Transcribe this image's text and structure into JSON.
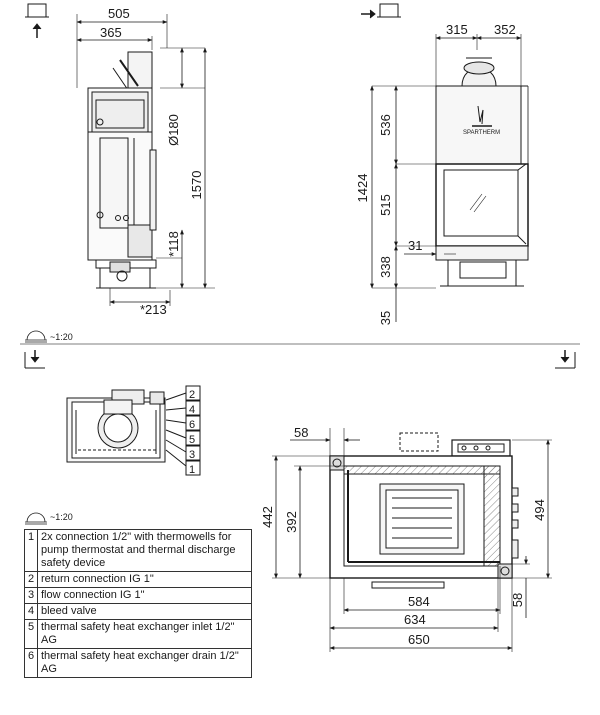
{
  "top_left_view": {
    "dims": {
      "d505": "505",
      "d365": "365",
      "d180": "Ø180",
      "d1570": "1570",
      "d118": "*118",
      "d213": "*213"
    }
  },
  "top_right_view": {
    "dims": {
      "d315": "315",
      "d352": "352",
      "d536": "536",
      "d1424": "1424",
      "d515": "515",
      "d31": "31",
      "d338": "338",
      "d35": "35"
    },
    "brand": "SPARTHERM"
  },
  "scale_top": "~1:20",
  "scale_bottom": "~1:20",
  "callouts": [
    "2",
    "4",
    "6",
    "5",
    "3",
    "1"
  ],
  "plan_view": {
    "dims": {
      "d58a": "58",
      "d442": "442",
      "d392": "392",
      "d494": "494",
      "d584": "584",
      "d634": "634",
      "d58b": "58",
      "d650": "650"
    }
  },
  "legend": [
    {
      "num": "1",
      "text": "2x connection 1/2\" with thermowells for pump thermostat and thermal discharge safety device"
    },
    {
      "num": "2",
      "text": "return connection IG 1\""
    },
    {
      "num": "3",
      "text": "flow connection IG 1\""
    },
    {
      "num": "4",
      "text": "bleed valve"
    },
    {
      "num": "5",
      "text": "thermal safety heat exchanger inlet 1/2\" AG"
    },
    {
      "num": "6",
      "text": "thermal safety heat exchanger drain 1/2\" AG"
    }
  ]
}
